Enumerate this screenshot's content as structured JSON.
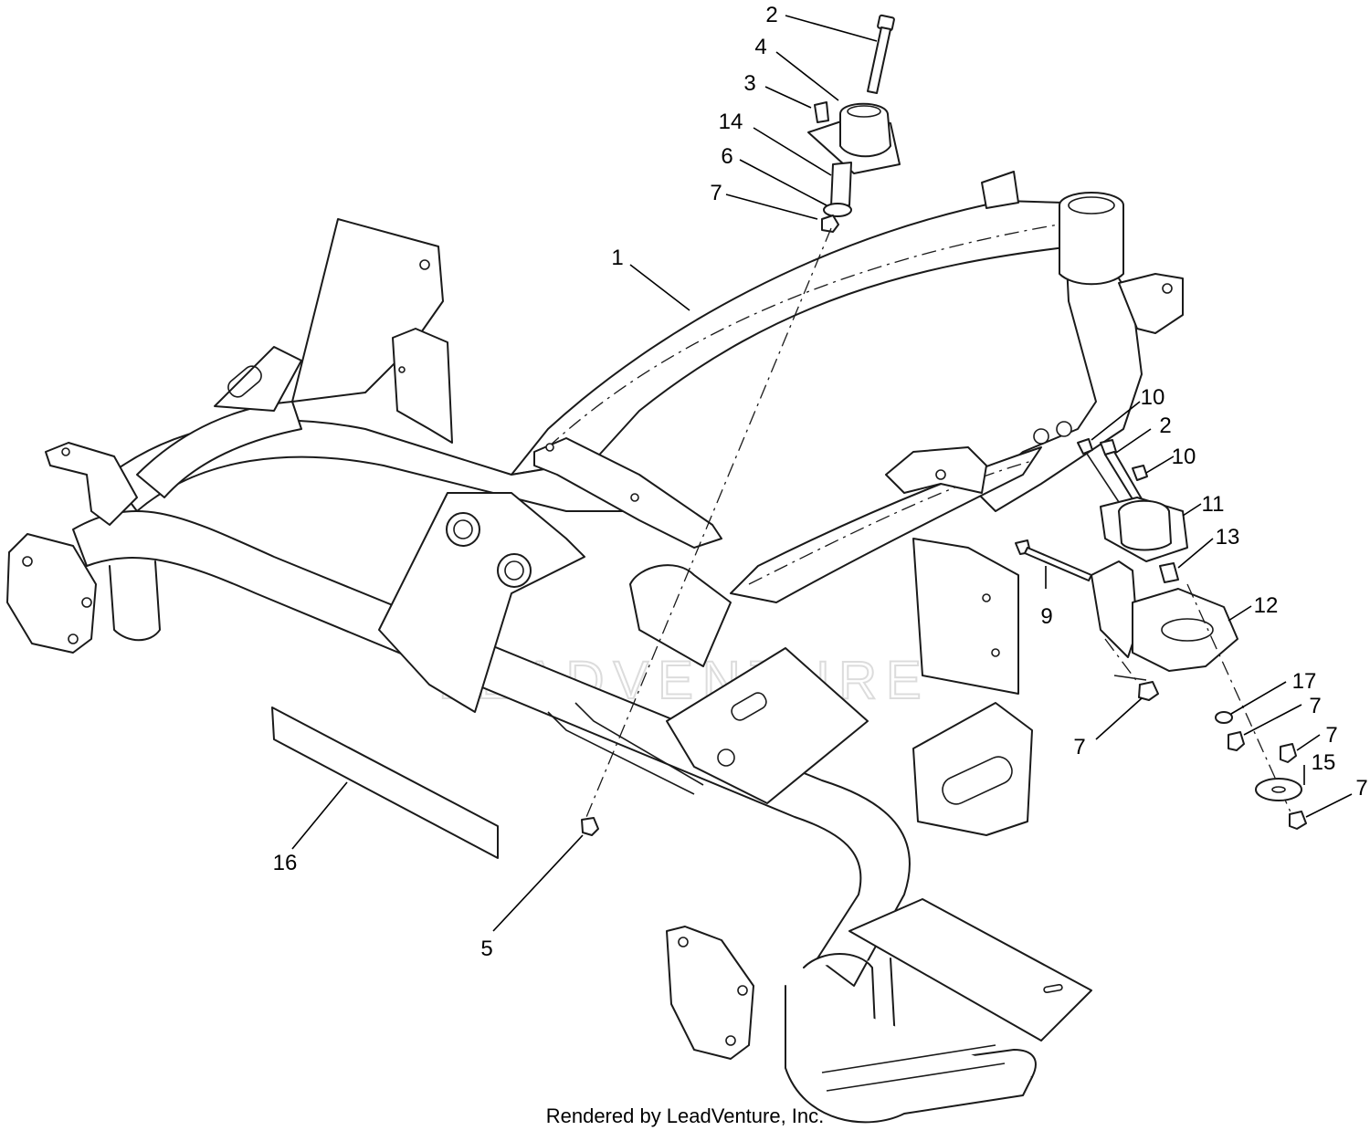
{
  "watermark": "LEADVENTURE",
  "footer_credit": "Rendered by LeadVenture, Inc.",
  "callouts": [
    {
      "id": "c2a",
      "label": "2"
    },
    {
      "id": "c4",
      "label": "4"
    },
    {
      "id": "c3",
      "label": "3"
    },
    {
      "id": "c14",
      "label": "14"
    },
    {
      "id": "c6",
      "label": "6"
    },
    {
      "id": "c7a",
      "label": "7"
    },
    {
      "id": "c1",
      "label": "1"
    },
    {
      "id": "c10a",
      "label": "10"
    },
    {
      "id": "c2b",
      "label": "2"
    },
    {
      "id": "c10b",
      "label": "10"
    },
    {
      "id": "c11",
      "label": "11"
    },
    {
      "id": "c13",
      "label": "13"
    },
    {
      "id": "c9",
      "label": "9"
    },
    {
      "id": "c12",
      "label": "12"
    },
    {
      "id": "c17",
      "label": "17"
    },
    {
      "id": "c7b",
      "label": "7"
    },
    {
      "id": "c7c",
      "label": "7"
    },
    {
      "id": "c7d",
      "label": "7"
    },
    {
      "id": "c15",
      "label": "15"
    },
    {
      "id": "c7e",
      "label": "7"
    },
    {
      "id": "c16",
      "label": "16"
    },
    {
      "id": "c5",
      "label": "5"
    }
  ]
}
